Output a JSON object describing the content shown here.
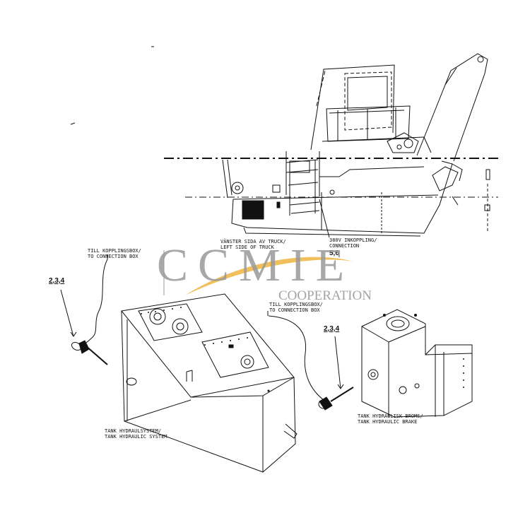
{
  "title": "",
  "labels": {
    "truck_side": [
      "VÄNSTER SIDA AV TRUCK/",
      "LEFT SIDE OF TRUCK"
    ],
    "inkoppling": [
      "380V INKOPPLING/",
      "CONNECTION"
    ],
    "inkoppling_ref": "5,6",
    "connbox_left": [
      "TILL KOPPLINGSBOX/",
      "TO CONNECTION BOX"
    ],
    "connbox_right": [
      "TILL KOPPLINGSBOX/",
      "TO CONNECTION BOX"
    ],
    "ref_left": "2,3,4",
    "ref_right": "2,3,4",
    "tank_system": [
      "TANK HYDRAULSYSTEM/",
      "TANK HYDRAULIC SYSTEM"
    ],
    "tank_brake": [
      "TANK HYDRAULISK BROMS/",
      "TANK HYDRAULIC BRAKE"
    ]
  },
  "watermark": {
    "brand": "CCMIE",
    "tagline": "COOPERATION",
    "colors": {
      "text": "#9a9a9a",
      "swoosh": "#f0b84a"
    }
  },
  "colors": {
    "ink": "#111111",
    "background": "#ffffff"
  }
}
